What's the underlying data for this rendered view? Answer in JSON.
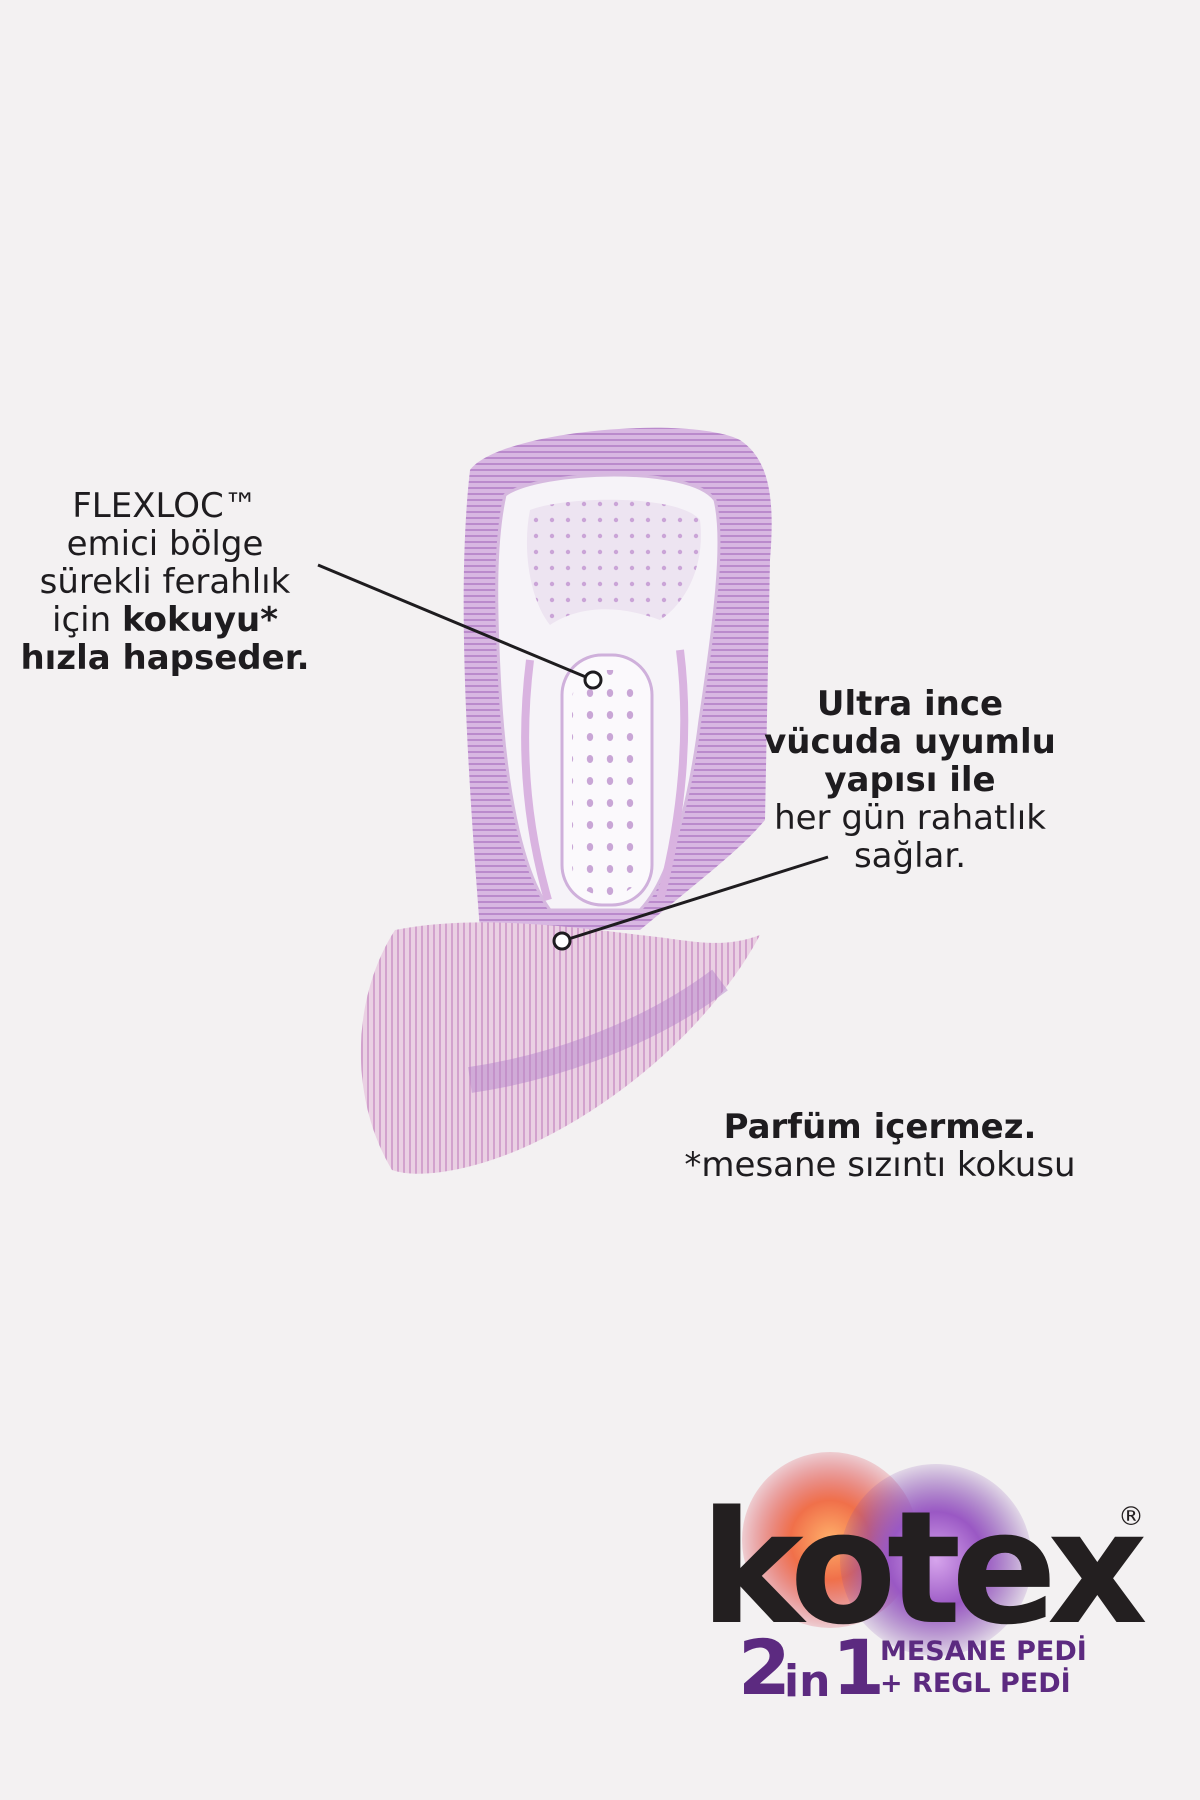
{
  "callouts": {
    "flexloc": {
      "line1": "FLEXLOC™",
      "line2": "emici bölge",
      "line3": "sürekli ferahlık",
      "line4_prefix": "için ",
      "line4_bold": "kokuyu*",
      "line5_bold": "hızla hapseder."
    },
    "ultra": {
      "bold1": "Ultra ince",
      "bold2": "vücuda uyumlu",
      "bold3": "yapısı ile",
      "line4": "her gün rahatlık",
      "line5": "sağlar."
    },
    "note": {
      "bold": "Parfüm içermez.",
      "line": "*mesane sızıntı kokusu"
    }
  },
  "brand": {
    "logo_text": "kotex",
    "registered": "®",
    "two": "2",
    "in": "in",
    "one": "1",
    "line1": "MESANE PEDİ",
    "line2": "+ REGL PEDİ"
  },
  "colors": {
    "background": "#f3f1f2",
    "text": "#1e1c1f",
    "brand_purple": "#5c2a80",
    "pad_purple": "#b27fc7",
    "pad_pink": "#e7b7d3",
    "logo_red": "#e0463e",
    "logo_purple": "#8e4bb0"
  }
}
